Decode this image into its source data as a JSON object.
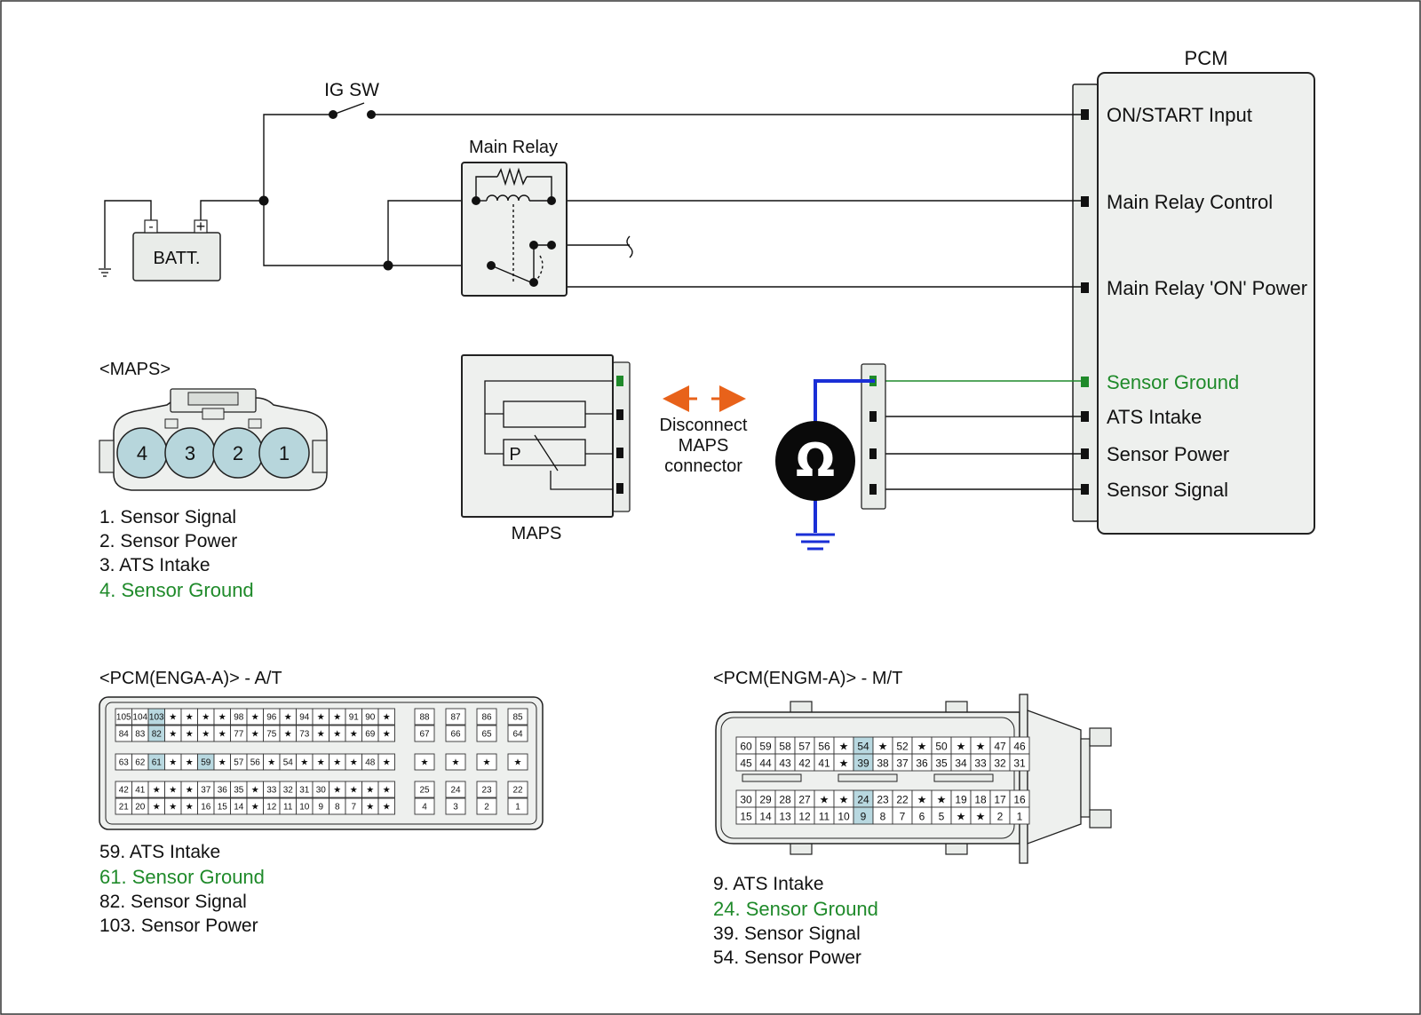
{
  "pcm_title": "PCM",
  "ig_sw_label": "IG SW",
  "main_relay_label": "Main Relay",
  "batt_label": "BATT.",
  "batt_neg": "-",
  "batt_pos": "+",
  "pcm_pins": [
    {
      "label": "ON/START Input"
    },
    {
      "label": "Main Relay Control"
    },
    {
      "label": "Main Relay 'ON' Power"
    },
    {
      "label": "Sensor Ground",
      "highlight": true
    },
    {
      "label": "ATS Intake"
    },
    {
      "label": "Sensor Power"
    },
    {
      "label": "Sensor Signal"
    }
  ],
  "maps_connector": {
    "title": "<MAPS>",
    "pin_numbers": [
      "4",
      "3",
      "2",
      "1"
    ],
    "legend": [
      {
        "text": "1. Sensor Signal"
      },
      {
        "text": "2. Sensor Power"
      },
      {
        "text": "3. ATS Intake"
      },
      {
        "text": "4. Sensor Ground",
        "highlight": true
      }
    ]
  },
  "maps_sensor": {
    "label": "MAPS",
    "p_label": "P"
  },
  "disconnect_note": [
    "Disconnect",
    "MAPS",
    "connector"
  ],
  "ohmmeter_symbol": "Ω",
  "pcm_a": {
    "title": "<PCM(ENGA-A)> - A/T",
    "rows": [
      [
        "105",
        "104",
        "103",
        "*",
        "*",
        "*",
        "*",
        "98",
        "*",
        "96",
        "*",
        "94",
        "*",
        "*",
        "91",
        "90",
        "*"
      ],
      [
        "84",
        "83",
        "82",
        "*",
        "*",
        "*",
        "*",
        "77",
        "*",
        "75",
        "*",
        "73",
        "*",
        "*",
        "*",
        "69",
        "*"
      ],
      [
        "63",
        "62",
        "61",
        "*",
        "*",
        "59",
        "*",
        "57",
        "56",
        "*",
        "54",
        "*",
        "*",
        "*",
        "*",
        "48",
        "*"
      ],
      [
        "42",
        "41",
        "*",
        "*",
        "*",
        "37",
        "36",
        "35",
        "*",
        "33",
        "32",
        "31",
        "30",
        "*",
        "*",
        "*",
        "*"
      ],
      [
        "21",
        "20",
        "*",
        "*",
        "*",
        "16",
        "15",
        "14",
        "*",
        "12",
        "11",
        "10",
        "9",
        "8",
        "7",
        "*",
        "*"
      ]
    ],
    "side_rows": [
      [
        "88",
        "87",
        "86",
        "85"
      ],
      [
        "67",
        "66",
        "65",
        "64"
      ],
      [
        "*",
        "*",
        "*",
        "*"
      ],
      [
        "25",
        "24",
        "23",
        "22"
      ],
      [
        "4",
        "3",
        "2",
        "1"
      ]
    ],
    "highlights": [
      "103",
      "82",
      "61",
      "59"
    ],
    "legend": [
      {
        "text": "59. ATS Intake"
      },
      {
        "text": "61. Sensor Ground",
        "highlight": true
      },
      {
        "text": "82. Sensor Signal"
      },
      {
        "text": "103. Sensor Power"
      }
    ]
  },
  "pcm_m": {
    "title": "<PCM(ENGM-A)> - M/T",
    "rows": [
      [
        "60",
        "59",
        "58",
        "57",
        "56",
        "*",
        "54",
        "*",
        "52",
        "*",
        "50",
        "*",
        "*",
        "47",
        "46"
      ],
      [
        "45",
        "44",
        "43",
        "42",
        "41",
        "*",
        "39",
        "38",
        "37",
        "36",
        "35",
        "34",
        "33",
        "32",
        "31"
      ],
      [
        "30",
        "29",
        "28",
        "27",
        "*",
        "*",
        "24",
        "23",
        "22",
        "*",
        "*",
        "19",
        "18",
        "17",
        "16"
      ],
      [
        "15",
        "14",
        "13",
        "12",
        "11",
        "10",
        "9",
        "8",
        "7",
        "6",
        "5",
        "*",
        "*",
        "2",
        "1"
      ]
    ],
    "highlights": [
      "54",
      "39",
      "24",
      "9"
    ],
    "legend": [
      {
        "text": "9. ATS Intake"
      },
      {
        "text": "24. Sensor Ground",
        "highlight": true
      },
      {
        "text": "39. Sensor Signal"
      },
      {
        "text": "54. Sensor Power"
      }
    ]
  },
  "colors": {
    "green": "#1f8a2a",
    "meter_wire": "#1a2fd6",
    "arrow": "#e8621a",
    "pin_highlight": "#b8d8e0",
    "module_fill": "#eef0ee",
    "connector_fill": "#b7d6dc"
  }
}
